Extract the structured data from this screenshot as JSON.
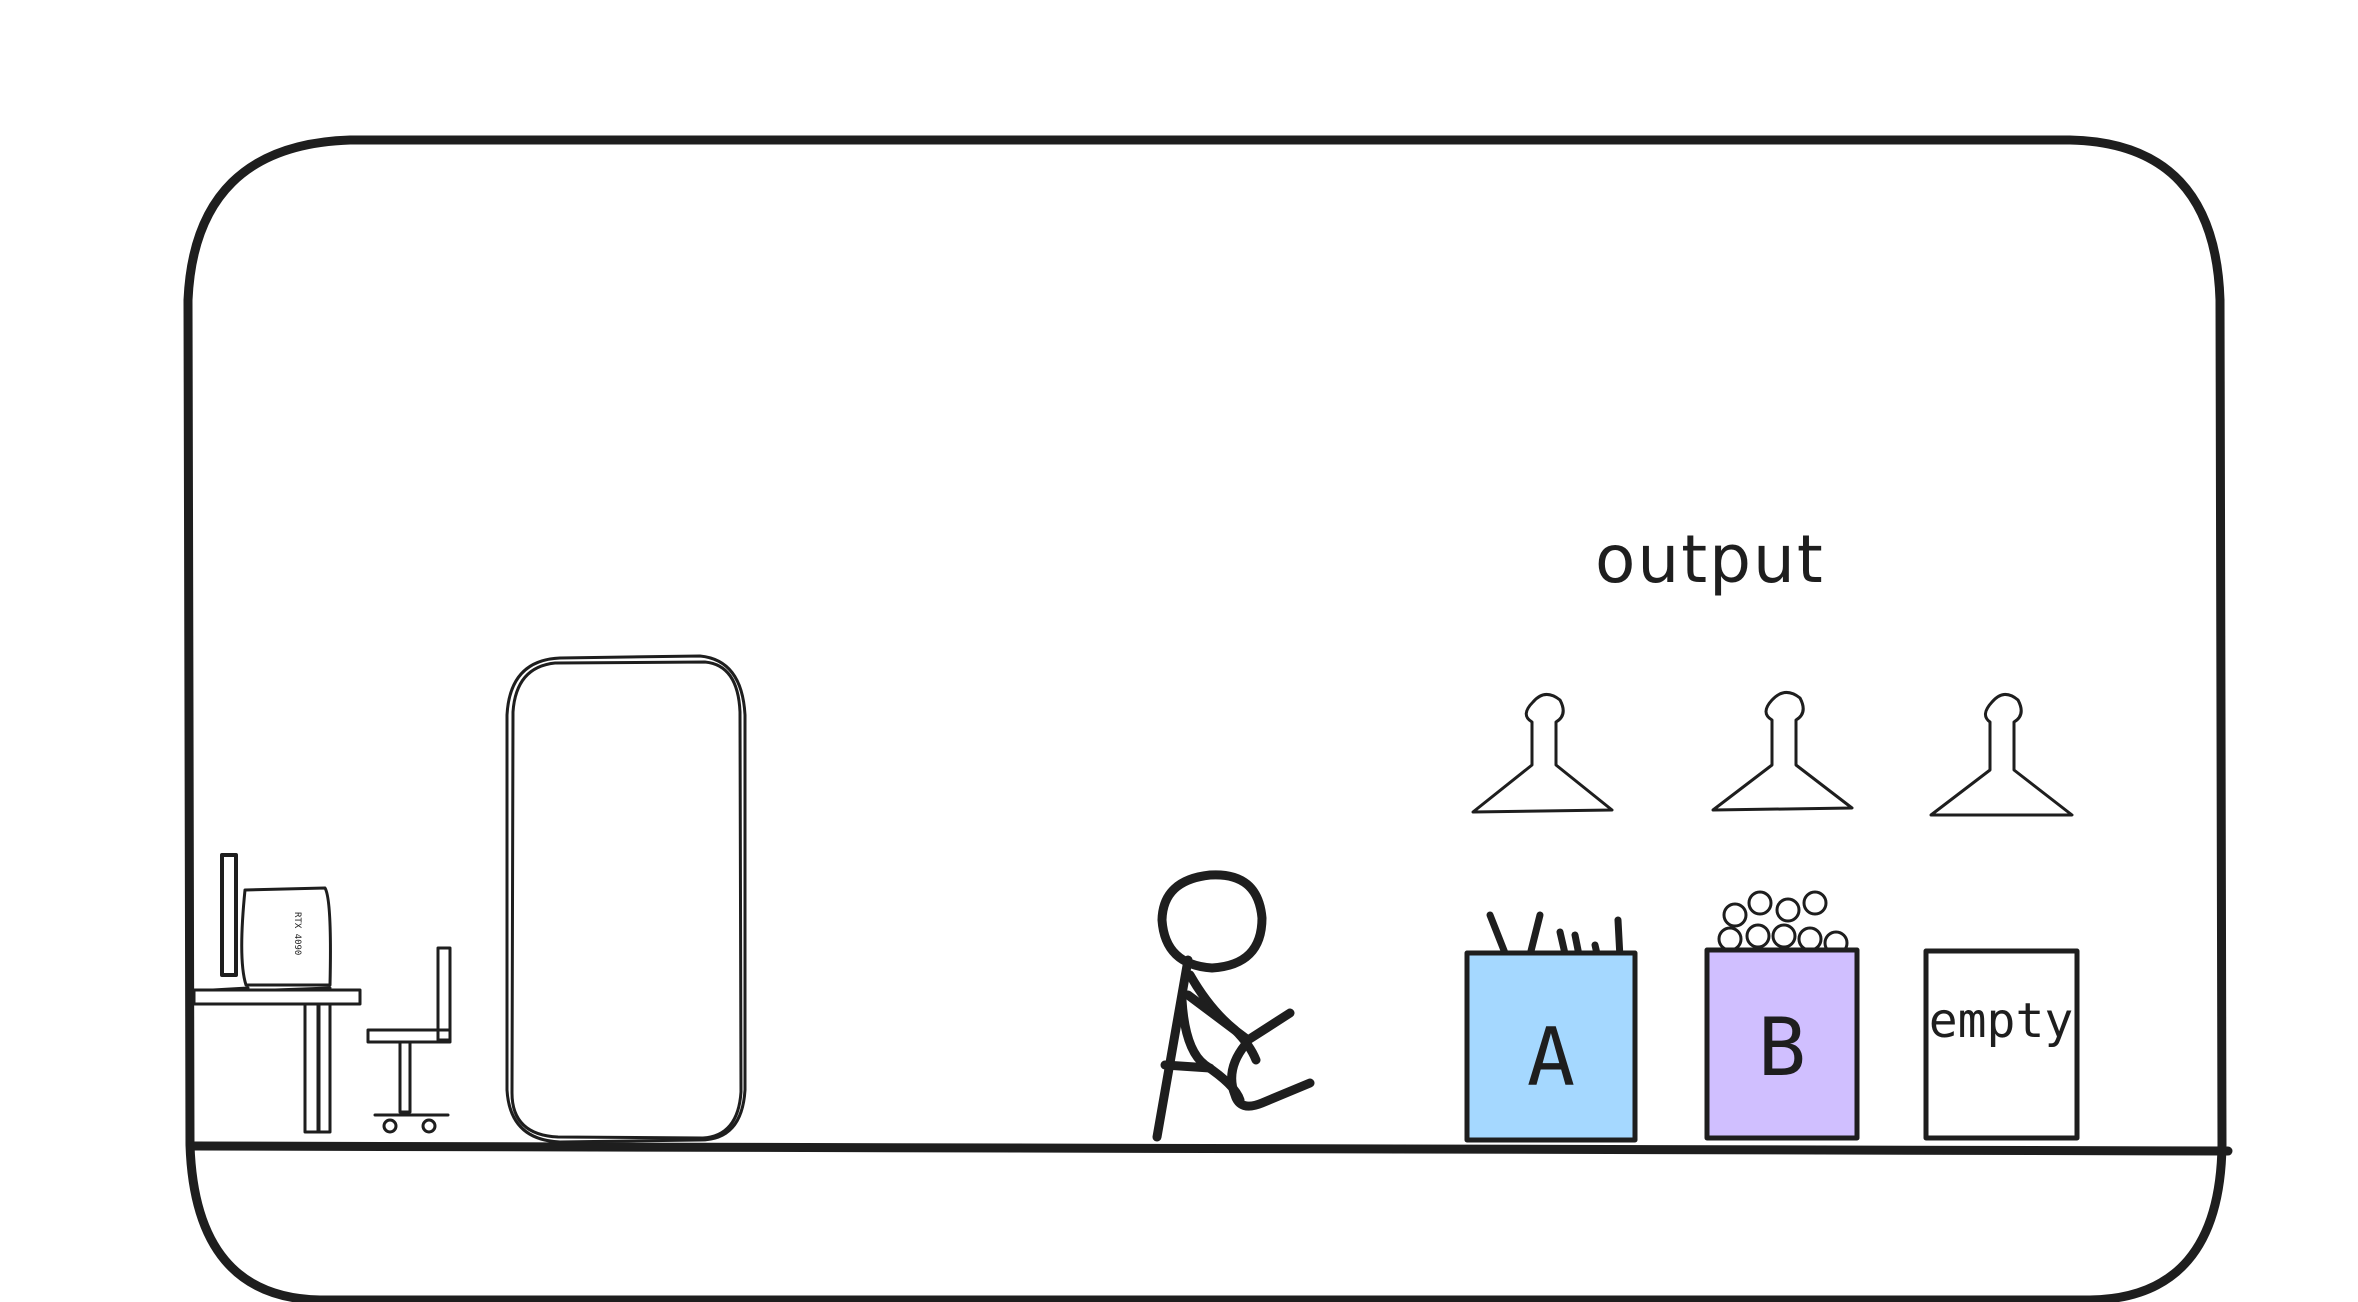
{
  "diagram": {
    "output_label": "output",
    "monitor_text": "RTX 4090",
    "bins": [
      {
        "id": "bin-a",
        "label": "A",
        "fill": "#a5d8ff",
        "contents": "sticks"
      },
      {
        "id": "bin-b",
        "label": "B",
        "fill": "#d0bfff",
        "contents": "balls"
      },
      {
        "id": "bin-empty",
        "label": "empty",
        "fill": "#ffffff",
        "contents": "none"
      }
    ],
    "colors": {
      "ink": "#1e1e1e",
      "bin_a": "#a5d8ff",
      "bin_b": "#d0bfff",
      "background": "#ffffff"
    },
    "icons": [
      "desk-icon",
      "monitor-icon",
      "office-chair-icon",
      "cabinet-icon",
      "stick-figure-icon",
      "funnel-icon",
      "sticks-icon",
      "balls-icon"
    ]
  }
}
